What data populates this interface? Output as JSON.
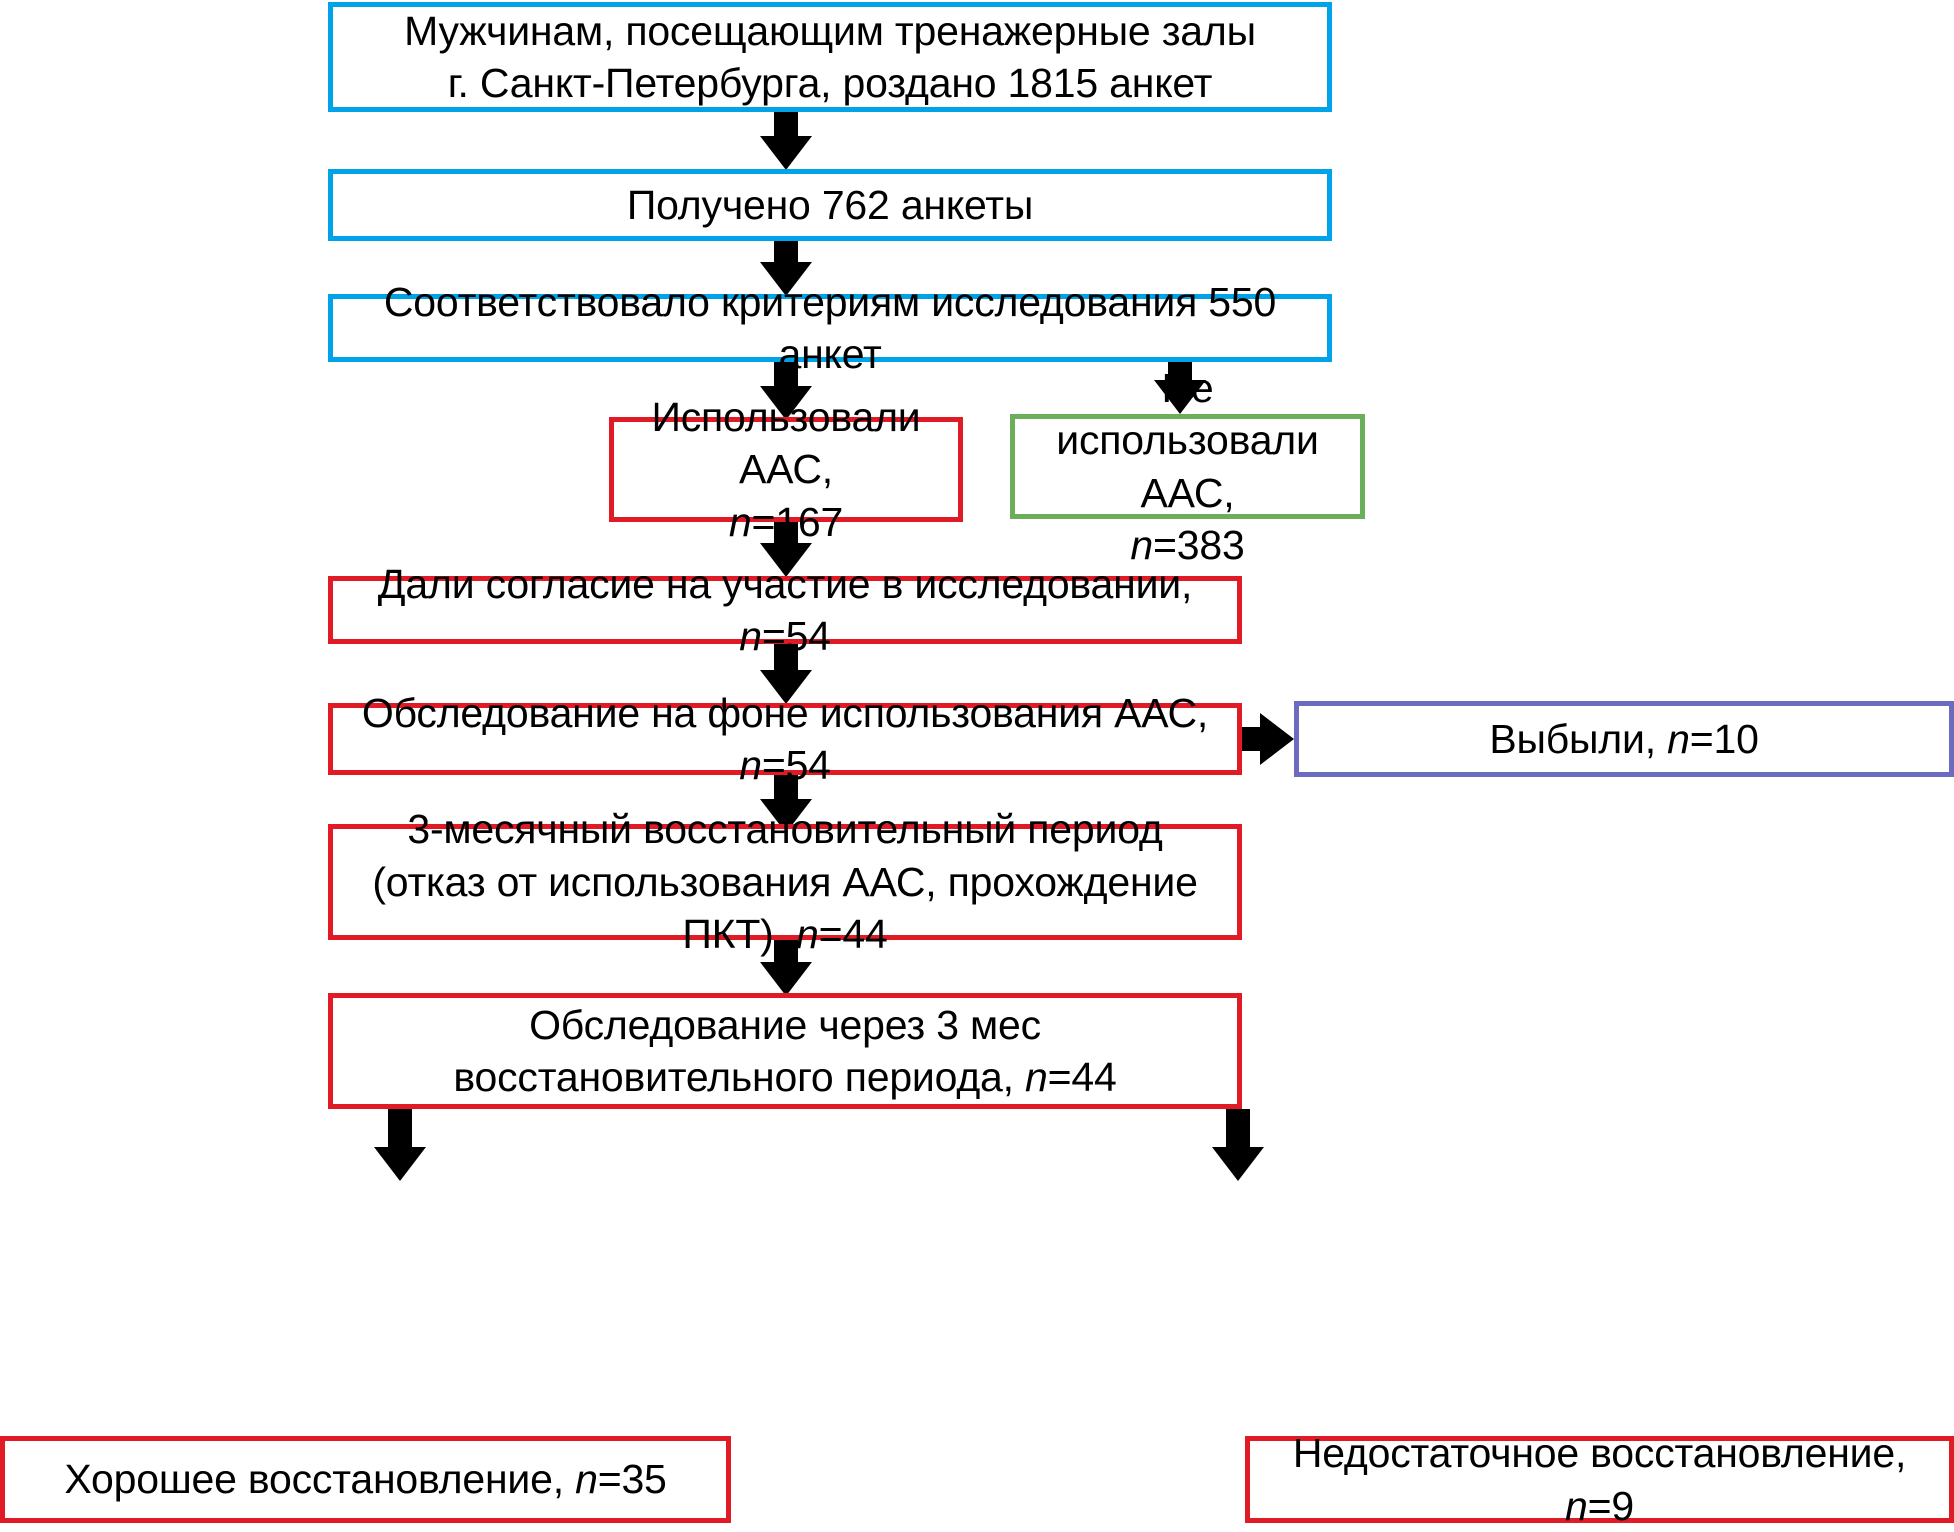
{
  "diagram": {
    "type": "flowchart",
    "title_text": "",
    "language": "ru",
    "colors": {
      "blue": "#00A3E8",
      "red": "#E01B26",
      "green": "#6CAF5A",
      "purple": "#6B6BBF",
      "arrow": "#000000",
      "text": "#000000",
      "background": "#FFFFFF"
    },
    "nodes": {
      "distributed": {
        "line1": "Мужчинам, посещающим тренажерные залы",
        "line2": "г. Санкт-Петербурга, роздано 1815 анкет",
        "border": "blue"
      },
      "received": {
        "line1": "Получено 762 анкеты",
        "border": "blue"
      },
      "eligible": {
        "line1": "Соответствовало критериям исследования 550 анкет",
        "border": "blue"
      },
      "used_aas": {
        "line1": "Использовали ААС,",
        "n_label": "n",
        "n_value": "=167",
        "border": "red"
      },
      "not_used_aas": {
        "line1": "Не использовали ААС,",
        "n_label": "n",
        "n_value": "=383",
        "border": "green"
      },
      "consented": {
        "pre": "Дали согласие на участие в исследовании, ",
        "n_label": "n",
        "n_value": "=54",
        "border": "red"
      },
      "exam_on_aas": {
        "pre": "Обследование на фоне использования ААС, ",
        "n_label": "n",
        "n_value": "=54",
        "border": "red"
      },
      "dropped_out": {
        "pre": "Выбыли, ",
        "n_label": "n",
        "n_value": "=10",
        "border": "purple"
      },
      "recovery_period": {
        "line1": "3-месячный восстановительный период",
        "line2_pre": "(отказ от использования ААС, прохождение ПКТ), ",
        "n_label": "n",
        "n_value": "=44",
        "border": "red"
      },
      "exam_after_3m": {
        "line1": "Обследование через 3 мес",
        "line2_pre": "восстановительного периода, ",
        "n_label": "n",
        "n_value": "=44",
        "border": "red"
      },
      "good_recovery": {
        "pre": "Хорошее восстановление, ",
        "n_label": "n",
        "n_value": "=35",
        "border": "red"
      },
      "poor_recovery": {
        "pre": "Недостаточное восстановление, ",
        "n_label": "n",
        "n_value": "=9",
        "border": "red"
      }
    },
    "edges": [
      {
        "from": "distributed",
        "to": "received",
        "direction": "down"
      },
      {
        "from": "received",
        "to": "eligible",
        "direction": "down"
      },
      {
        "from": "eligible",
        "to": "used_aas",
        "direction": "down"
      },
      {
        "from": "eligible",
        "to": "not_used_aas",
        "direction": "down"
      },
      {
        "from": "used_aas",
        "to": "consented",
        "direction": "down"
      },
      {
        "from": "consented",
        "to": "exam_on_aas",
        "direction": "down"
      },
      {
        "from": "exam_on_aas",
        "to": "dropped_out",
        "direction": "right"
      },
      {
        "from": "exam_on_aas",
        "to": "recovery_period",
        "direction": "down"
      },
      {
        "from": "recovery_period",
        "to": "exam_after_3m",
        "direction": "down"
      },
      {
        "from": "exam_after_3m",
        "to": "good_recovery",
        "direction": "down"
      },
      {
        "from": "exam_after_3m",
        "to": "poor_recovery",
        "direction": "down"
      }
    ]
  }
}
